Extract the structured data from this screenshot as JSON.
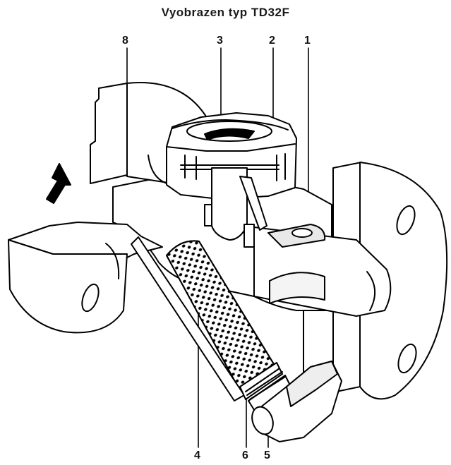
{
  "title": "Vyobrazen typ TD32F",
  "callouts": {
    "c8": "8",
    "c3": "3",
    "c2": "2",
    "c1": "1",
    "c4": "4",
    "c6": "6",
    "c5": "5"
  },
  "colors": {
    "stroke": "#000000",
    "fill": "#ffffff",
    "accent": "#000000"
  }
}
